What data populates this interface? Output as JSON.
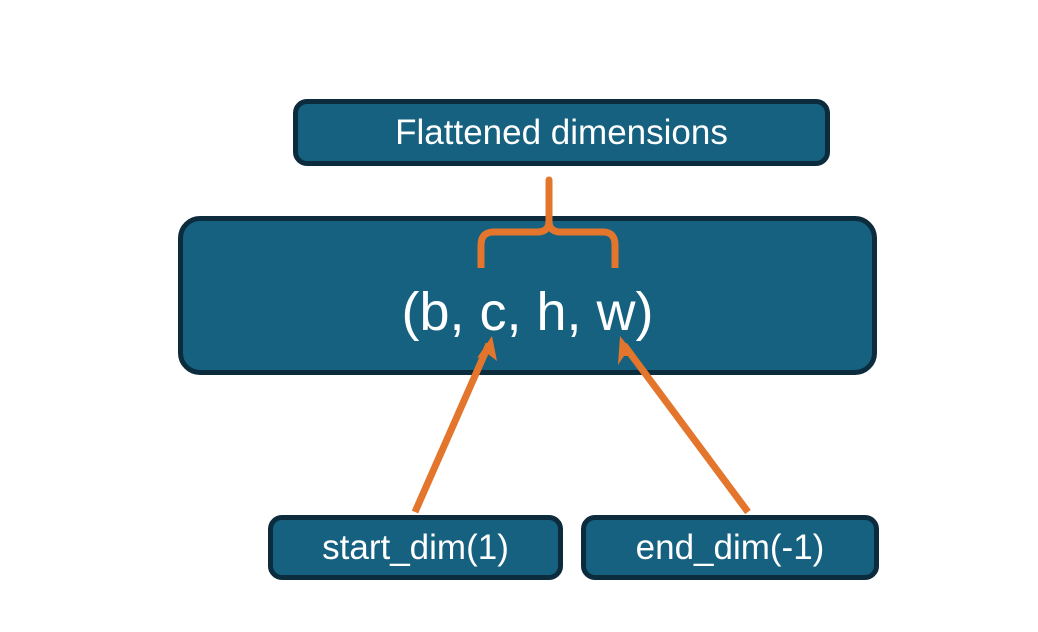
{
  "diagram": {
    "title_node": {
      "label": "Flattened dimensions"
    },
    "shape_node": {
      "label": "(b, c, h, w)"
    },
    "start_node": {
      "label": "start_dim(1)"
    },
    "end_node": {
      "label": "end_dim(-1)"
    },
    "connectors": {
      "brace_name": "curly-brace-up",
      "arrow_left_name": "arrow-start-dim-to-c",
      "arrow_right_name": "arrow-end-dim-to-w"
    },
    "colors": {
      "box_fill": "#15617f",
      "box_border": "#0c2b3d",
      "box_text": "#ffffff",
      "connector": "#e3762c",
      "background": "#ffffff"
    }
  }
}
